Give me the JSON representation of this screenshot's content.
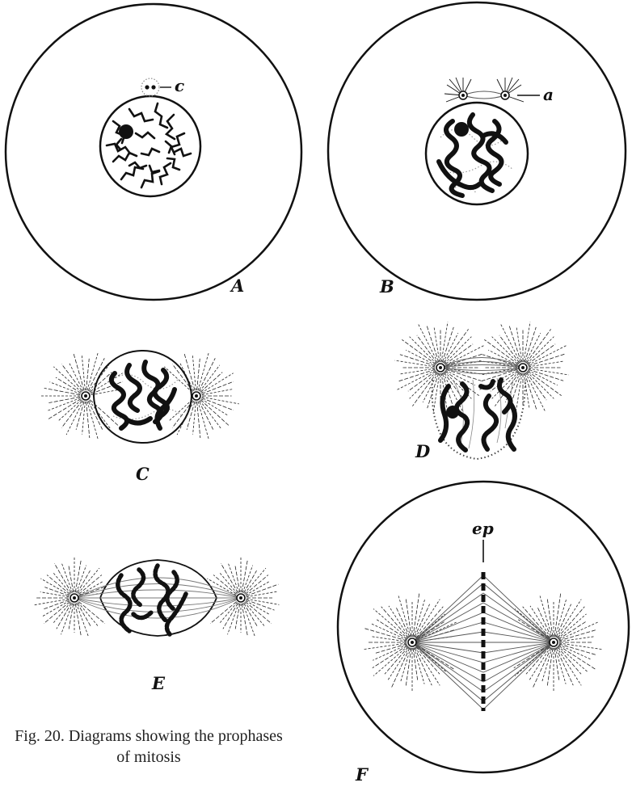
{
  "figure": {
    "panels": [
      {
        "id": "A",
        "label": "A",
        "callout": "c"
      },
      {
        "id": "B",
        "label": "B",
        "callout": "a"
      },
      {
        "id": "C",
        "label": "C"
      },
      {
        "id": "D",
        "label": "D"
      },
      {
        "id": "E",
        "label": "E"
      },
      {
        "id": "F",
        "label": "F",
        "callout": "ep"
      }
    ],
    "caption": {
      "line1": "Fig. 20.  Diagrams showing the prophases",
      "line2": "of mitosis"
    }
  },
  "colors": {
    "ink": "#111111",
    "paper": "#ffffff"
  }
}
